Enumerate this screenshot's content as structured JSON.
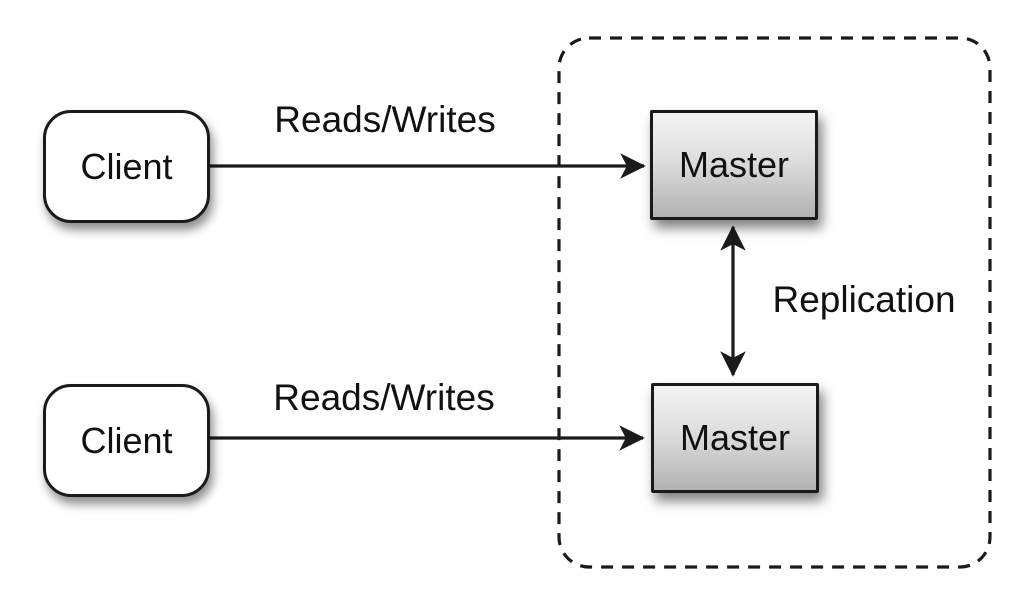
{
  "diagram": {
    "kind": "architecture-diagram",
    "background": "#ffffff",
    "nodes": {
      "client1": {
        "label": "Client",
        "shape": "rounded-rect",
        "fill": "#ffffff"
      },
      "client2": {
        "label": "Client",
        "shape": "rounded-rect",
        "fill": "#ffffff"
      },
      "master1": {
        "label": "Master",
        "shape": "rect",
        "fill_gradient": [
          "#f3f3f3",
          "#b2b2b2"
        ]
      },
      "master2": {
        "label": "Master",
        "shape": "rect",
        "fill_gradient": [
          "#f3f3f3",
          "#b2b2b2"
        ]
      }
    },
    "edges": {
      "client1_to_master1": {
        "label": "Reads/Writes",
        "direction": "one-way"
      },
      "client2_to_master2": {
        "label": "Reads/Writes",
        "direction": "one-way"
      },
      "master1_master2": {
        "label": "Replication",
        "direction": "two-way"
      }
    },
    "boundary": {
      "style": "dashed-rounded-rect",
      "contains": [
        "master1",
        "master2"
      ]
    },
    "colors": {
      "stroke": "#1a1a1a",
      "text": "#111111",
      "background": "#ffffff"
    }
  }
}
